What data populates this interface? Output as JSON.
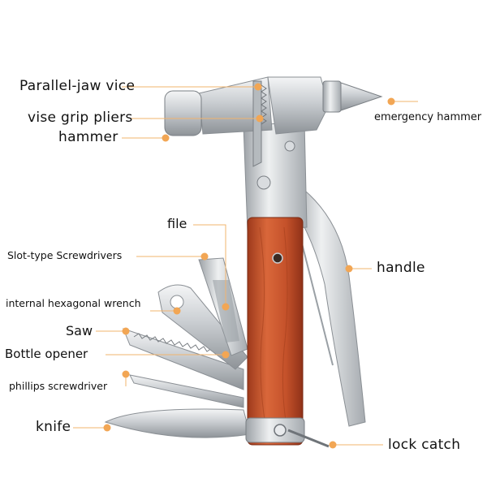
{
  "colors": {
    "accent": "#F2A654",
    "leader": "#F2B46E",
    "wood": "#C8532A",
    "steel": "#C9CDD1"
  },
  "labels": {
    "parallel_jaw_vice": "Parallel-jaw vice",
    "vise_grip_pliers": "vise grip pliers",
    "hammer": "hammer",
    "emergency_hammer": "emergency hammer",
    "file": "file",
    "slot_type_screwdrivers": "Slot-type Screwdrivers",
    "handle": "handle",
    "internal_hexagonal_wrench": "internal hexagonal wrench",
    "saw": "Saw",
    "bottle_opener": "Bottle opener",
    "phillips_screwdriver": "phillips screwdriver",
    "knife": "knife",
    "lock_catch": "lock catch"
  }
}
